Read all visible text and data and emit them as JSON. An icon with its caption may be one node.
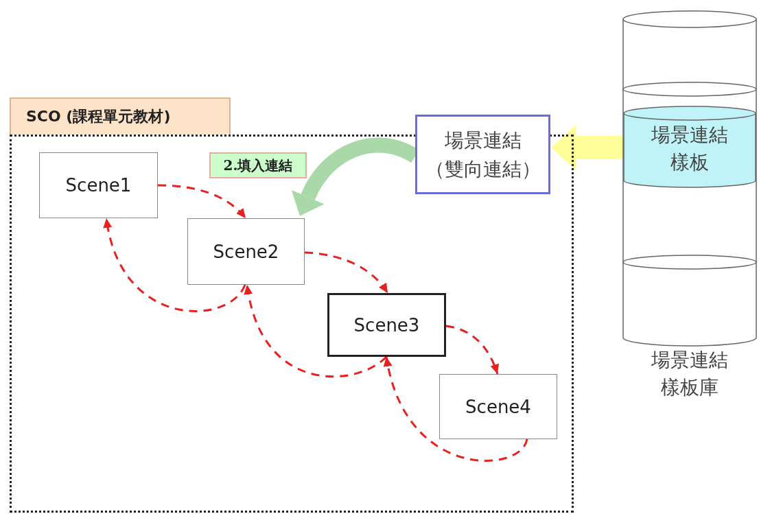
{
  "diagram": {
    "nodes": [
      {
        "text": [
          "SCO (課程單元教材)"
        ]
      },
      {
        "text": [
          "Scene1"
        ],
        "in": 0
      },
      {
        "text": [
          "Scene2"
        ],
        "in": 0
      },
      {
        "text": [
          "Scene3"
        ],
        "in": 0
      },
      {
        "text": [
          "Scene4"
        ],
        "in": 0
      },
      {
        "text": [
          "場景連結（雙向連結）"
        ]
      },
      {
        "text": [],
        "shape": "cylinder",
        "beside": [
          "場景連結樣板庫"
        ]
      },
      {
        "text": [
          "場景連結樣板"
        ],
        "in": 6
      }
    ],
    "edges": [
      {
        "from": 1,
        "to": 2,
        "arrow": "to",
        "style": "dashed"
      },
      {
        "from": 2,
        "to": 3,
        "arrow": "to",
        "style": "dashed"
      },
      {
        "from": 3,
        "to": 4,
        "arrow": "to",
        "style": "dashed"
      },
      {
        "from": 2,
        "to": 1,
        "arrow": "to",
        "style": "dashed"
      },
      {
        "from": 3,
        "to": 2,
        "arrow": "to",
        "style": "dashed"
      },
      {
        "from": 4,
        "to": 3,
        "arrow": "to",
        "style": "dashed"
      },
      {
        "from": 5,
        "to": 2,
        "arrow": "to",
        "label": "2.填入連結",
        "style": "thick",
        "color": "#a9d9a9"
      },
      {
        "from": 7,
        "to": 5,
        "arrow": "to",
        "style": "thick",
        "color": "#ffff99"
      }
    ]
  }
}
